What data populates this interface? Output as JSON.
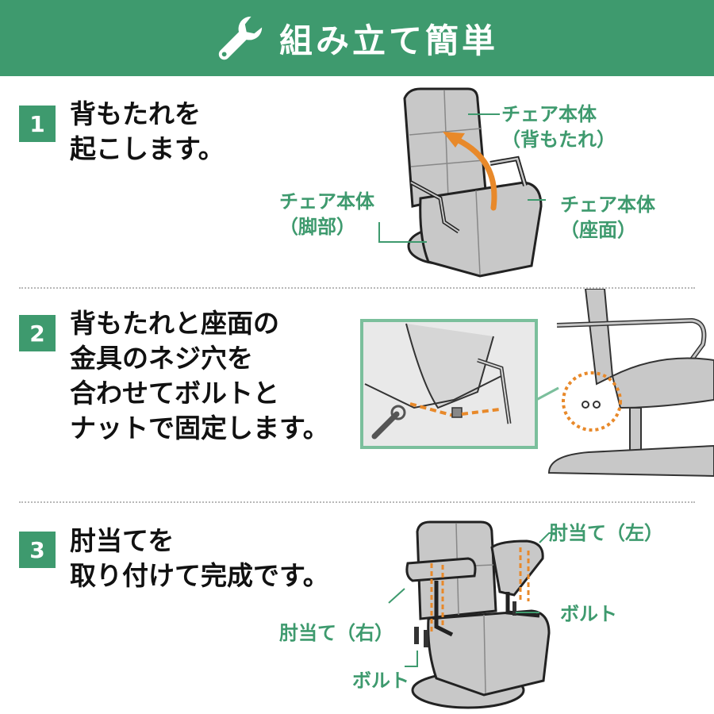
{
  "header": {
    "title": "組み立て簡単",
    "icon": "wrench-icon"
  },
  "colors": {
    "accent": "#3e9a6e",
    "highlight": "#e8892a",
    "chair": "#c8c8c8",
    "outline": "#222222"
  },
  "steps": [
    {
      "number": "1",
      "lines": [
        "背もたれを",
        "起こします。"
      ],
      "labels": {
        "backrest": [
          "チェア本体",
          "（背もたれ）"
        ],
        "base": [
          "チェア本体",
          "（脚部）"
        ],
        "seat": [
          "チェア本体",
          "（座面）"
        ]
      }
    },
    {
      "number": "2",
      "lines": [
        "背もたれと座面の",
        "金具のネジ穴を",
        "合わせてボルトと",
        "ナットで固定します。"
      ]
    },
    {
      "number": "3",
      "lines": [
        "肘当てを",
        "取り付けて完成です。"
      ],
      "labels": {
        "armrest_left": "肘当て（左）",
        "bolt_right": "ボルト",
        "armrest_right": "肘当て（右）",
        "bolt_left": "ボルト"
      }
    }
  ]
}
